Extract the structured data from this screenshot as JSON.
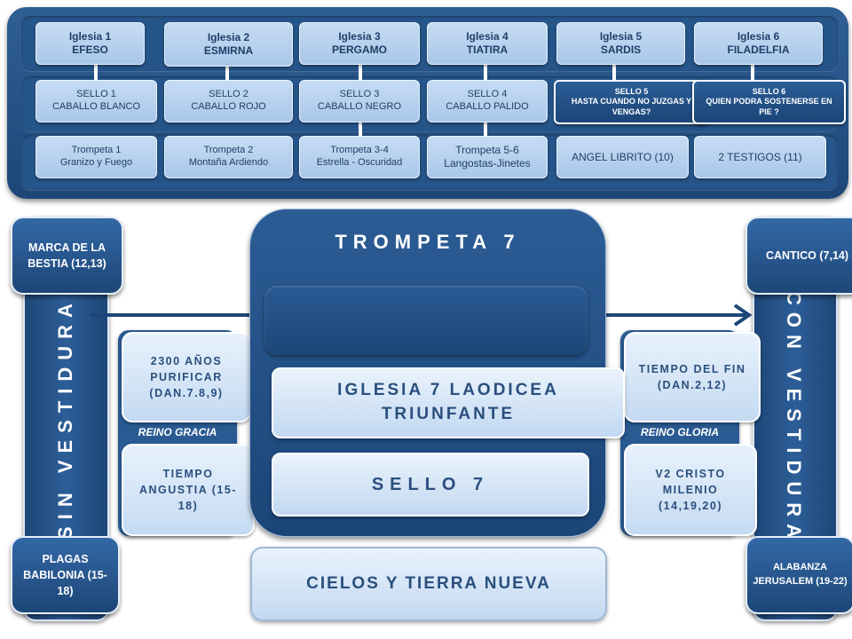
{
  "top_panel": {
    "iglesias": [
      {
        "name": "Iglesia 1",
        "city": "EFESO"
      },
      {
        "name": "Iglesia 2",
        "city": "ESMIRNA"
      },
      {
        "name": "Iglesia 3",
        "city": "PERGAMO"
      },
      {
        "name": "Iglesia 4",
        "city": "TIATIRA"
      },
      {
        "name": "Iglesia 5",
        "city": "SARDIS"
      },
      {
        "name": "Iglesia 6",
        "city": "FILADELFIA"
      }
    ],
    "sellos": [
      {
        "line1": "SELLO 1",
        "line2": "CABALLO BLANCO"
      },
      {
        "line1": "SELLO 2",
        "line2": "CABALLO ROJO"
      },
      {
        "line1": "SELLO 3",
        "line2": "CABALLO NEGRO"
      },
      {
        "line1": "SELLO 4",
        "line2": "CABALLO PALIDO"
      },
      {
        "line1": "SELLO 5",
        "line2": "HASTA CUANDO NO JUZGAS Y VENGAS?"
      },
      {
        "line1": "SELLO 6",
        "line2": "QUIEN PODRA SOSTENERSE EN PIE ?"
      }
    ],
    "trompetas": [
      {
        "line1": "Trompeta 1",
        "line2": "Granizo  y Fuego"
      },
      {
        "line1": "Trompeta 2",
        "line2": "Montaña  Ardiendo"
      },
      {
        "line1": "Trompeta 3-4",
        "line2": "Estrella - Oscuridad"
      },
      {
        "line1": "Trompeta 5-6",
        "line2": "Langostas-Jinetes"
      },
      {
        "line1": "ANGEL LIBRITO (10)",
        "line2": ""
      },
      {
        "line1": "2 TESTIGOS (11)",
        "line2": ""
      }
    ]
  },
  "left": {
    "vertical_label": "SIN VESTIDURA",
    "top_box": "MARCA DE LA BESTIA (12,13)",
    "bottom_box": "PLAGAS BABILONIA (15-18)"
  },
  "right": {
    "vertical_label": "CON VESTIDURA",
    "top_box": "CANTICO (7,14)",
    "bottom_box": "ALABANZA JERUSALEM (19-22)"
  },
  "left_mid": {
    "top": "2300 AÑOS PURIFICAR (DAN.7.8,9)",
    "label": "REINO GRACIA",
    "bottom": "TIEMPO ANGUSTIA (15-18)"
  },
  "right_mid": {
    "top": "TIEMPO DEL FIN (DAN.2,12)",
    "label": "REINO GLORIA",
    "bottom": "V2 CRISTO MILENIO (14,19,20)"
  },
  "center": {
    "title": "TROMPETA 7",
    "iglesia7": "IGLESIA 7 LAODICEA TRIUNFANTE",
    "sello7": "SELLO 7"
  },
  "bottom_box": "CIELOS Y TIERRA NUEVA",
  "colors": {
    "primary_blue": "#1d4677",
    "light_blue": "#c7dcf3",
    "text_dark": "#2a4f7d"
  }
}
